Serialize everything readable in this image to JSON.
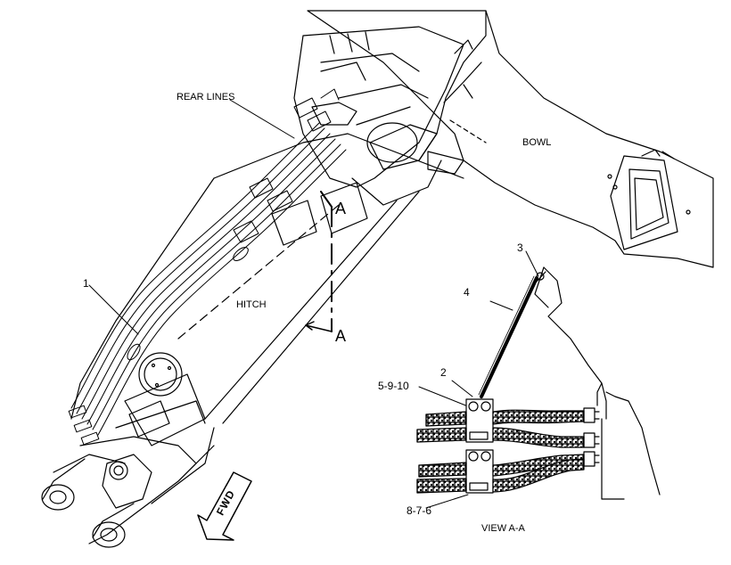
{
  "labels": {
    "rear_lines": "REAR LINES",
    "bowl": "BOWL",
    "hitch": "HITCH",
    "view_a_top": "A",
    "view_a_bottom": "A",
    "view_caption": "VIEW A-A",
    "fwd": "FWD"
  },
  "callouts": {
    "c1": "1",
    "c2": "2",
    "c3": "3",
    "c4": "4",
    "c5": "5-9-10",
    "c8": "8-7-6"
  },
  "colors": {
    "ink": "#000000",
    "background": "#ffffff",
    "hatch": "#666666"
  }
}
